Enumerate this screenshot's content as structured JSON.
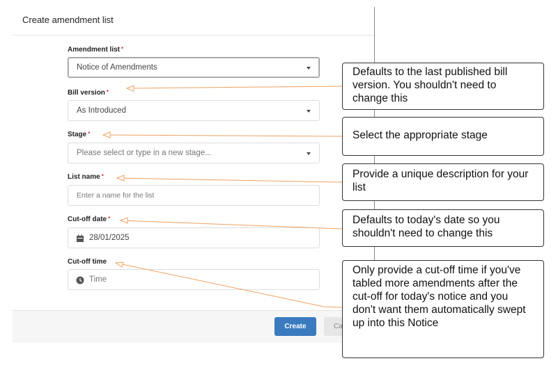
{
  "dialog": {
    "title": "Create amendment list",
    "required_mark": "*",
    "fields": {
      "amendment_list": {
        "label": "Amendment list",
        "value": "Notice of Amendments"
      },
      "bill_version": {
        "label": "Bill version",
        "value": "As Introduced"
      },
      "stage": {
        "label": "Stage",
        "placeholder": "Please select or type in a new stage..."
      },
      "list_name": {
        "label": "List name",
        "placeholder": "Enter a name for the list"
      },
      "cutoff_date": {
        "label": "Cut-off date",
        "value": "28/01/2025",
        "icon": "calendar-icon"
      },
      "cutoff_time": {
        "label": "Cut-off time",
        "placeholder": "Time",
        "icon": "clock-icon"
      }
    },
    "buttons": {
      "create": "Create",
      "cancel": "Cancel"
    }
  },
  "callouts": [
    {
      "text": "Defaults to the last published bill version. You shouldn't need to change this"
    },
    {
      "text": "Select the appropriate stage"
    },
    {
      "text": "Provide a unique description for your list"
    },
    {
      "text": "Defaults to today's date so you shouldn't need to change this"
    },
    {
      "text": "Only provide a cut-off time if you've tabled more amendments after the cut-off for today's notice and you don't want them automatically swept up into this Notice"
    }
  ],
  "colors": {
    "accent": "#3a7bbf",
    "required": "#dd3333",
    "connector": "#f0a060",
    "callout_border": "#333333"
  }
}
